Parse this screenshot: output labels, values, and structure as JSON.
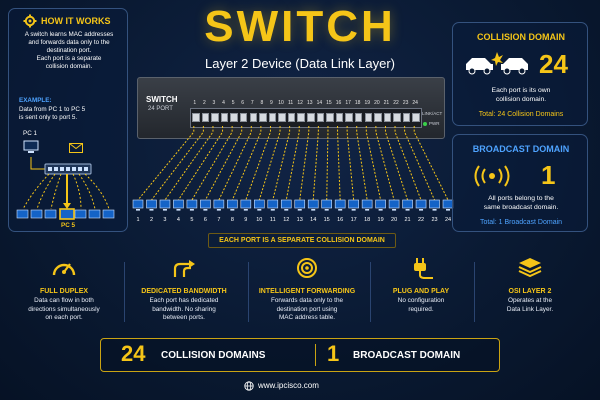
{
  "title": "SWITCH",
  "subtitle": "Layer 2 Device (Data Link Layer)",
  "how_it_works": {
    "heading": "HOW IT WORKS",
    "lines": [
      "A switch learns MAC addresses",
      "and forwards data only to the",
      "destination port.",
      "Each port is a separate",
      "collision domain."
    ],
    "example_label": "EXAMPLE:",
    "example_lines": [
      "Data from PC 1 to PC 5",
      "is sent only to port 5."
    ],
    "pc1_label": "PC 1",
    "pc5_label": "PC 5"
  },
  "device": {
    "name": "SWITCH",
    "ports_label": "24 PORT",
    "uplink_label": "LINK/ACT",
    "pwr_label": "PWR",
    "port_numbers": [
      "1",
      "2",
      "3",
      "4",
      "5",
      "6",
      "7",
      "8",
      "9",
      "10",
      "11",
      "12",
      "13",
      "14",
      "15",
      "16",
      "17",
      "18",
      "19",
      "20",
      "21",
      "22",
      "23",
      "24"
    ]
  },
  "separate_banner": "EACH PORT IS A SEPARATE COLLISION DOMAIN",
  "collision": {
    "heading": "COLLISION DOMAIN",
    "count": "24",
    "lines": [
      "Each port is its own",
      "collision domain."
    ],
    "total": "Total: 24 Collision Domains"
  },
  "broadcast": {
    "heading": "BROADCAST DOMAIN",
    "count": "1",
    "lines": [
      "All ports belong to the",
      "same broadcast domain."
    ],
    "total": "Total: 1 Broadcast Domain"
  },
  "features": [
    {
      "icon": "gauge-icon",
      "name": "FULL DUPLEX",
      "lines": [
        "Data can flow in both",
        "directions simultaneously",
        "on each port."
      ]
    },
    {
      "icon": "arrows-icon",
      "name": "DEDICATED BANDWIDTH",
      "lines": [
        "Each port has dedicated",
        "bandwidth. No sharing",
        "between ports."
      ]
    },
    {
      "icon": "target-icon",
      "name": "INTELLIGENT FORWARDING",
      "lines": [
        "Forwards data only to the",
        "destination port using",
        "MAC address table."
      ]
    },
    {
      "icon": "plug-icon",
      "name": "PLUG AND PLAY",
      "lines": [
        "No configuration",
        "required."
      ]
    },
    {
      "icon": "layers-icon",
      "name": "OSI LAYER 2",
      "lines": [
        "Operates at the",
        "Data Link Layer."
      ]
    }
  ],
  "summary": {
    "collision_count": "24",
    "collision_label": "COLLISION DOMAINS",
    "broadcast_count": "1",
    "broadcast_label": "BROADCAST DOMAIN"
  },
  "footer": "www.ipcisco.com",
  "colors": {
    "accent": "#f5c518",
    "blue": "#4ea3ff",
    "background": "#0a1a33"
  }
}
